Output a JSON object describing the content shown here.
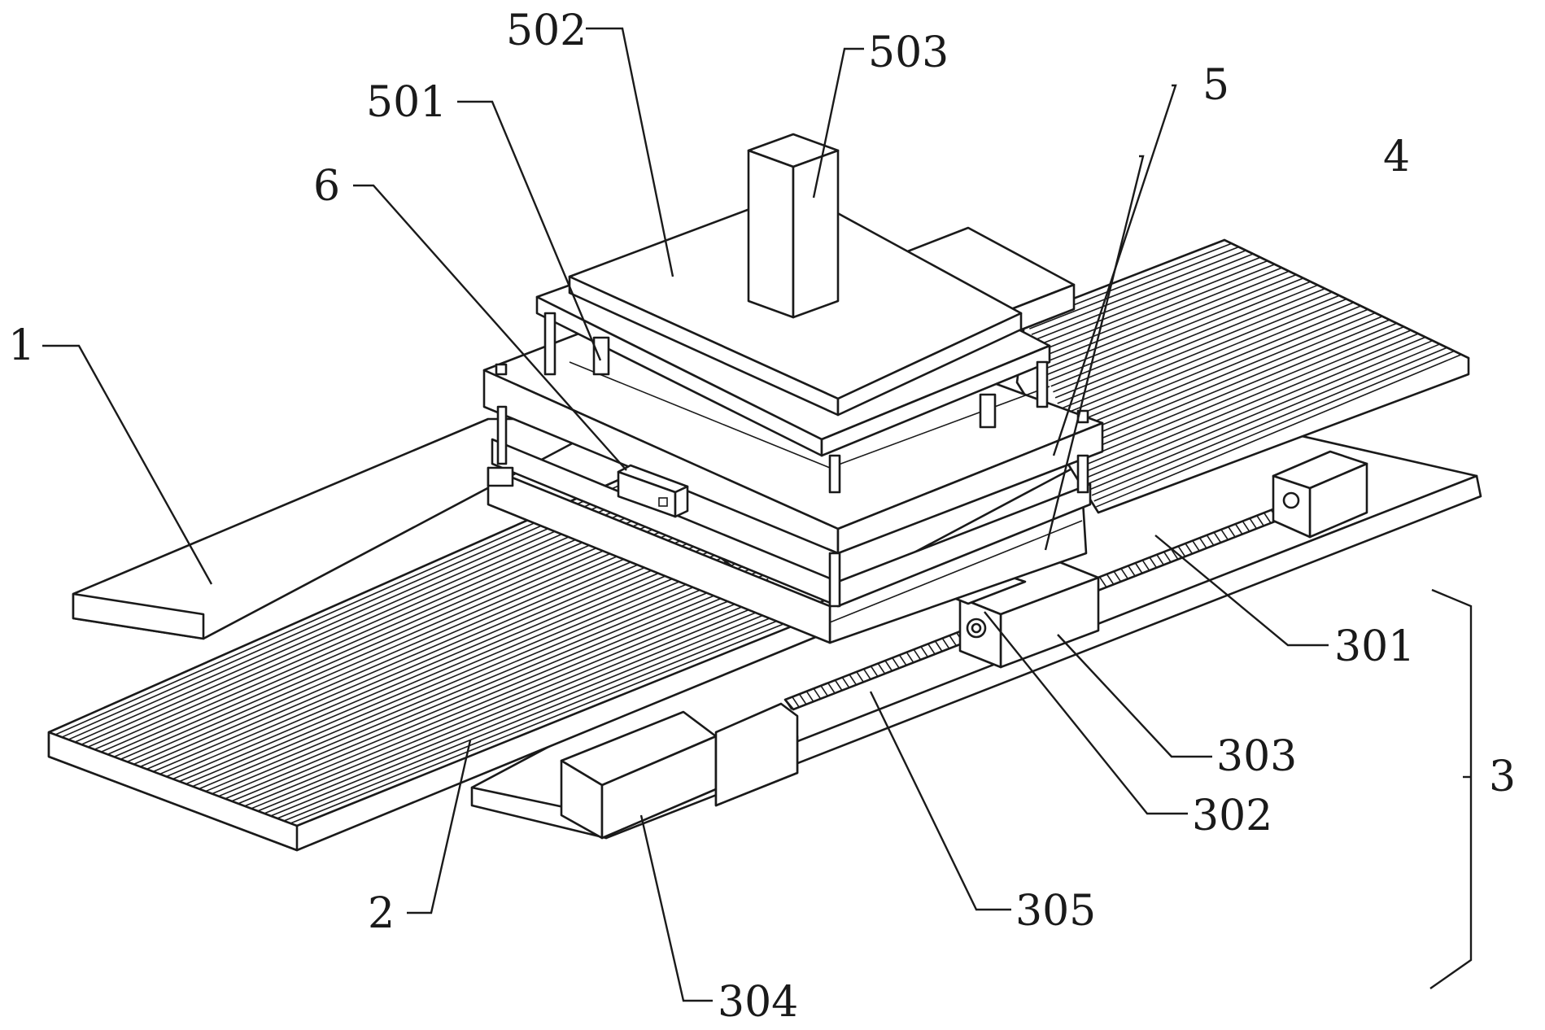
{
  "labels": {
    "l1": "1",
    "l2": "2",
    "l3": "3",
    "l4": "4",
    "l5": "5",
    "l6": "6",
    "l301": "301",
    "l302": "302",
    "l303": "303",
    "l304": "304",
    "l305": "305",
    "l501": "501",
    "l502": "502",
    "l503": "503"
  },
  "colors": {
    "stroke": "#1a1a1a",
    "background": "#ffffff"
  }
}
